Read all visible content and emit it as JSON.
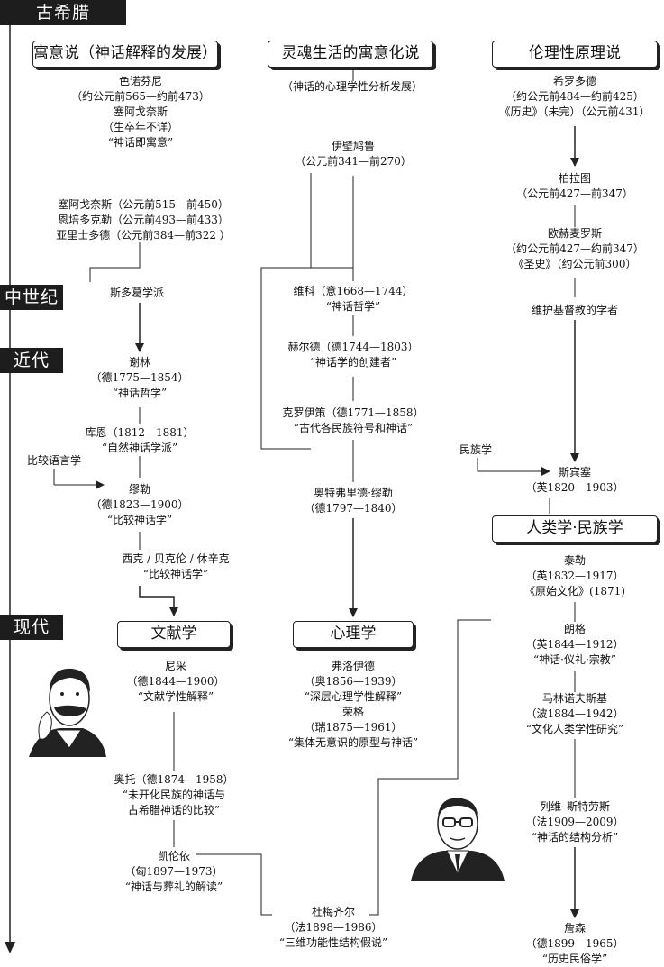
{
  "eras": {
    "ancient_greece": "古希腊",
    "medieval": "中世纪",
    "modern_early": "近代",
    "modern": "现代"
  },
  "headers": {
    "allegory": "寓意说（神话解释的发展）",
    "soul": "灵魂生活的寓意化说",
    "ethics": "伦理性原理说",
    "anthropology": "人类学·民族学",
    "philology": "文献学",
    "psychology": "心理学"
  },
  "soul_subtitle": "（神话的心理学性分析发展）",
  "left": {
    "xenophanes": "色诺芬尼\n（约公元前565—约前473）\n塞阿戈奈斯\n（生卒年不详）\n“神话即寓意”",
    "trio": "塞阿戈奈斯（公元前515—前450）\n恩培多克勒（公元前493—前433）\n亚里士多德（公元前384—前322 ）",
    "stoic": "斯多葛学派",
    "schelling": "谢林\n（德1775—1854）\n“神话哲学”",
    "kuhn": "库恩（1812—1881）\n“自然神话学派”",
    "comparative_linguistics": "比较语言学",
    "muller": "缪勒\n（德1823—1900）\n“比较神话学”",
    "others": "西克 / 贝克伦 / 休辛克\n“比较神话学”",
    "nietzsche": "尼采\n（德1844—1900）\n“文献学性解释”",
    "otto": "奥托（德1874—1958）\n“未开化民族的神话与\n古希腊神话的比较”",
    "kerenyi": "凯伦依\n（匈1897—1973）\n“神话与葬礼的解读”"
  },
  "middle": {
    "epicurus": "伊壁鸠鲁\n（公元前341—前270）",
    "vico": "维科（意1668—1744）\n“神话哲学”",
    "herder": "赫尔德（德1744—1803）\n“神话学的创建者”",
    "creuzer": "克罗伊策（德1771—1858）\n“古代各民族符号和神话”",
    "ottfried": "奥特弗里德·缪勒\n（德1797—1840）",
    "freud_jung": "弗洛伊德\n（奥1856—1939）\n“深层心理学性解释”\n荣格\n（瑞1875—1961）\n“集体无意识的原型与神话”",
    "dumezil": "杜梅齐尔\n（法1898—1986）\n“三维功能性结构假说”"
  },
  "right": {
    "herodotus": "希罗多德\n（约公元前484—约前425）\n《历史》（未完）（公元前431）",
    "plato": "柏拉图\n（公元前427—前347）",
    "euhemerus": "欧赫麦罗斯\n（约公元前427—约前347）\n《圣史》（约公元前300）",
    "christian": "维护基督教的学者",
    "ethnology": "民族学",
    "spencer": "斯宾塞\n（英1820—1903）",
    "tylor": "泰勒\n（英1832—1917）\n《原始文化》(1871)",
    "lang": "朗格\n（英1844—1912）\n“神话·仪礼·宗教”",
    "malinowski": "马林诺夫斯基\n（波1884—1942）\n“文化人类学性研究”",
    "levi_strauss": "列维–斯特劳斯\n（法1909—2009）\n“神话的结构分析”",
    "jensen": "詹森\n（德1899—1965）\n“历史民俗学”"
  },
  "portraits": {
    "left": "nietzsche-portrait",
    "right": "levi-strauss-portrait"
  },
  "colors": {
    "era_bg": "#1d1d1d",
    "line": "#222222",
    "text": "#111111"
  }
}
